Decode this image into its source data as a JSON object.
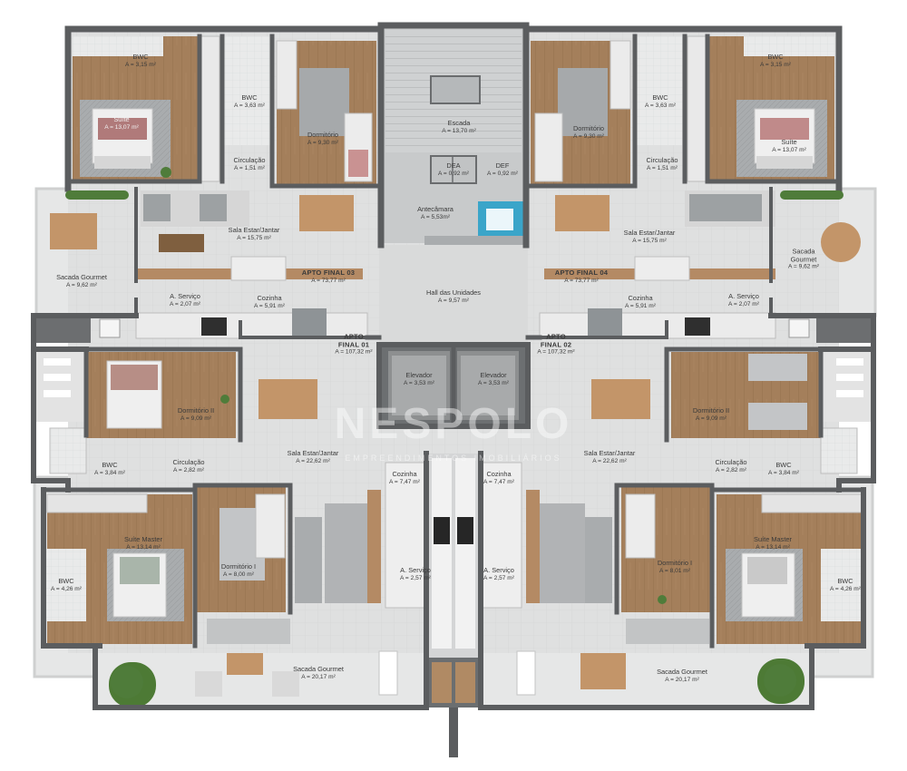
{
  "watermark": {
    "brand": "NESPOLO",
    "tagline": "EMPREENDIMENTOS IMOBILIÁRIOS"
  },
  "labels": {
    "bwc_tl_top": {
      "name": "BWC",
      "area": "A = 3,15 m²"
    },
    "bwc_tr_top": {
      "name": "BWC",
      "area": "A = 3,15 m²"
    },
    "suite_tl": {
      "name": "Suíte",
      "area": "A = 13,07 m²"
    },
    "suite_tr": {
      "name": "Suíte",
      "area": "A = 13,07 m²"
    },
    "bwc_tl_mid": {
      "name": "BWC",
      "area": "A = 3,63 m²"
    },
    "bwc_tr_mid": {
      "name": "BWC",
      "area": "A = 3,63 m²"
    },
    "dorm_tl": {
      "name": "Dormitório",
      "area": "A = 9,30 m²"
    },
    "dorm_tr": {
      "name": "Dormitório",
      "area": "A = 9,30 m²"
    },
    "escada": {
      "name": "Escada",
      "area": "A = 13,70 m²"
    },
    "dea_l": {
      "name": "DEA",
      "area": "A = 0,92 m²"
    },
    "def_r": {
      "name": "DEF",
      "area": "A = 0,92 m²"
    },
    "antecamara": {
      "name": "Antecâmara",
      "area": "A = 5,53m²"
    },
    "circ_tl": {
      "name": "Circulação",
      "area": "A = 1,51 m²"
    },
    "circ_tr": {
      "name": "Circulação",
      "area": "A = 1,51 m²"
    },
    "estar_tl": {
      "name": "Sala Estar/Jantar",
      "area": "A = 15,75 m²"
    },
    "estar_tr": {
      "name": "Sala Estar/Jantar",
      "area": "A = 15,75 m²"
    },
    "sacada_l": {
      "name": "Sacada Gourmet",
      "area": "A = 9,62 m²"
    },
    "sacada_r": {
      "name": "Sacada\nGourmet",
      "area": "A = 9,62 m²"
    },
    "apto03": {
      "name": "APTO FINAL 03",
      "area": "A = 73,77 m²"
    },
    "apto04": {
      "name": "APTO FINAL 04",
      "area": "A = 73,77 m²"
    },
    "hall": {
      "name": "Hall das Unidades",
      "area": "A = 9,57 m²"
    },
    "serv_tl": {
      "name": "A. Serviço",
      "area": "A = 2,07 m²"
    },
    "serv_tr": {
      "name": "A. Serviço",
      "area": "A = 2,07 m²"
    },
    "coz_tl": {
      "name": "Cozinha",
      "area": "A = 5,91 m²"
    },
    "coz_tr": {
      "name": "Cozinha",
      "area": "A = 5,91 m²"
    },
    "apto01": {
      "name": "APTO\nFINAL 01",
      "area": "A = 107,32 m²"
    },
    "apto02": {
      "name": "APTO\nFINAL 02",
      "area": "A = 107,32 m²"
    },
    "elev_l": {
      "name": "Elevador",
      "area": "A = 3,53 m²"
    },
    "elev_r": {
      "name": "Elevador",
      "area": "A = 3,53 m²"
    },
    "dorm2_l": {
      "name": "Dormitório II",
      "area": "A = 9,09 m²"
    },
    "dorm2_r": {
      "name": "Dormitório II",
      "area": "A = 9,09 m²"
    },
    "bwc_ml": {
      "name": "BWC",
      "area": "A = 3,84 m²"
    },
    "bwc_mr": {
      "name": "BWC",
      "area": "A = 3,84 m²"
    },
    "circ_bl": {
      "name": "Circulação",
      "area": "A = 2,82 m²"
    },
    "circ_br": {
      "name": "Circulação",
      "area": "A = 2,82 m²"
    },
    "estar_bl": {
      "name": "Sala Estar/Jantar",
      "area": "A = 22,62 m²"
    },
    "estar_br": {
      "name": "Sala Estar/Jantar",
      "area": "A = 22,62 m²"
    },
    "coz_bl": {
      "name": "Cozinha",
      "area": "A = 7,47 m²"
    },
    "coz_br": {
      "name": "Cozinha",
      "area": "A = 7,47 m²"
    },
    "master_l": {
      "name": "Suíte Master",
      "area": "A = 13,14 m²"
    },
    "master_r": {
      "name": "Suíte Master",
      "area": "A = 13,14 m²"
    },
    "dorm1_l": {
      "name": "Dormitório I",
      "area": "A = 8,00 m²"
    },
    "dorm1_r": {
      "name": "Dormitório I",
      "area": "A = 8,01 m²"
    },
    "bwc_bl": {
      "name": "BWC",
      "area": "A = 4,26 m²"
    },
    "bwc_br": {
      "name": "BWC",
      "area": "A = 4,26 m²"
    },
    "serv_bl": {
      "name": "A. Serviço",
      "area": "A = 2,57 m²"
    },
    "serv_br": {
      "name": "A. Serviço",
      "area": "A = 2,57 m²"
    },
    "sacada_bl": {
      "name": "Sacada Gourmet",
      "area": "A = 20,17 m²"
    },
    "sacada_br": {
      "name": "Sacada Gourmet",
      "area": "A = 20,17 m²"
    }
  },
  "colors": {
    "wall": "#5b5d5f",
    "floor_tile": "#dfe0e0",
    "wood": "#a07d5a",
    "balcony": "#e7e7e7",
    "core": "#c9cbcc",
    "plant": "#4f7c3a",
    "fabric": "#8e9396"
  }
}
